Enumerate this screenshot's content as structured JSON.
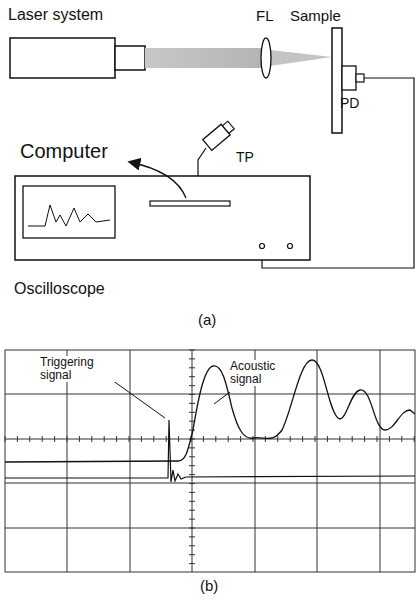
{
  "diagram": {
    "nodes": [
      {
        "text": [
          "Laser system"
        ]
      },
      {
        "text": [
          "Oscilloscope"
        ]
      }
    ],
    "labels": [
      "FL",
      "Sample",
      "TP",
      "PD",
      "Computer",
      "(a)",
      "Triggering signal",
      "Acoustic signal",
      "(b)"
    ]
  }
}
